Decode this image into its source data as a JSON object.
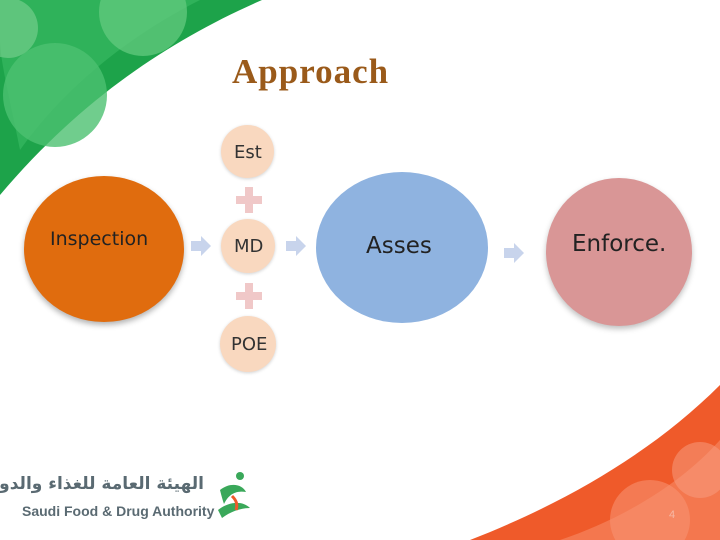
{
  "slide": {
    "title": "Approach",
    "page_number": "4"
  },
  "diagram": {
    "inspection": {
      "label": "Inspection",
      "color": "#e06c0e"
    },
    "components": [
      {
        "label": "Est",
        "color": "#f9d8bf"
      },
      {
        "label": "MD",
        "color": "#f9d8bf"
      },
      {
        "label": "POE",
        "color": "#f9d8bf"
      }
    ],
    "assess": {
      "label": "Asses",
      "color": "#8fb3e0"
    },
    "enforce": {
      "label": "Enforce.",
      "color": "#d99696"
    },
    "connector_color": "#c8d4ec",
    "plus_color": "#f0c8c8"
  },
  "logo": {
    "arabic_text": "الهيئة العامة للغذاء والدواء",
    "english_text": "Saudi Food & Drug Authority"
  },
  "theme": {
    "green_dark": "#1da34a",
    "green_light": "#57c275",
    "orange_dark": "#ef5a2a",
    "orange_light": "#f47d55"
  }
}
